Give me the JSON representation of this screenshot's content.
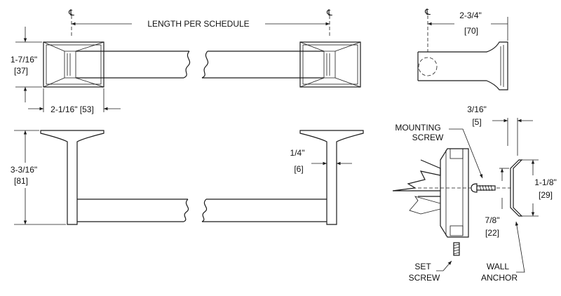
{
  "centerline_symbol": "℄",
  "labels": {
    "length_per_schedule": "LENGTH PER SCHEDULE",
    "height_top_in": "1-7/16\"",
    "height_top_mm": "[37]",
    "base_width": "2-1/16\" [53]",
    "height_side_in": "3-3/16\"",
    "height_side_mm": "[81]",
    "post_dia_in": "1/4\"",
    "post_dia_mm": "[6]",
    "projection_in": "2-3/4\"",
    "projection_mm": "[70]",
    "anchor_thk_in": "3/16\"",
    "anchor_thk_mm": "[5]",
    "mounting_screw_1": "MOUNTING",
    "mounting_screw_2": "SCREW",
    "anchor_h_in": "1-1/8\"",
    "anchor_h_mm": "[29]",
    "offset_in": "7/8\"",
    "offset_mm": "[22]",
    "set_screw_1": "SET",
    "set_screw_2": "SCREW",
    "wall_anchor_1": "WALL",
    "wall_anchor_2": "ANCHOR"
  }
}
